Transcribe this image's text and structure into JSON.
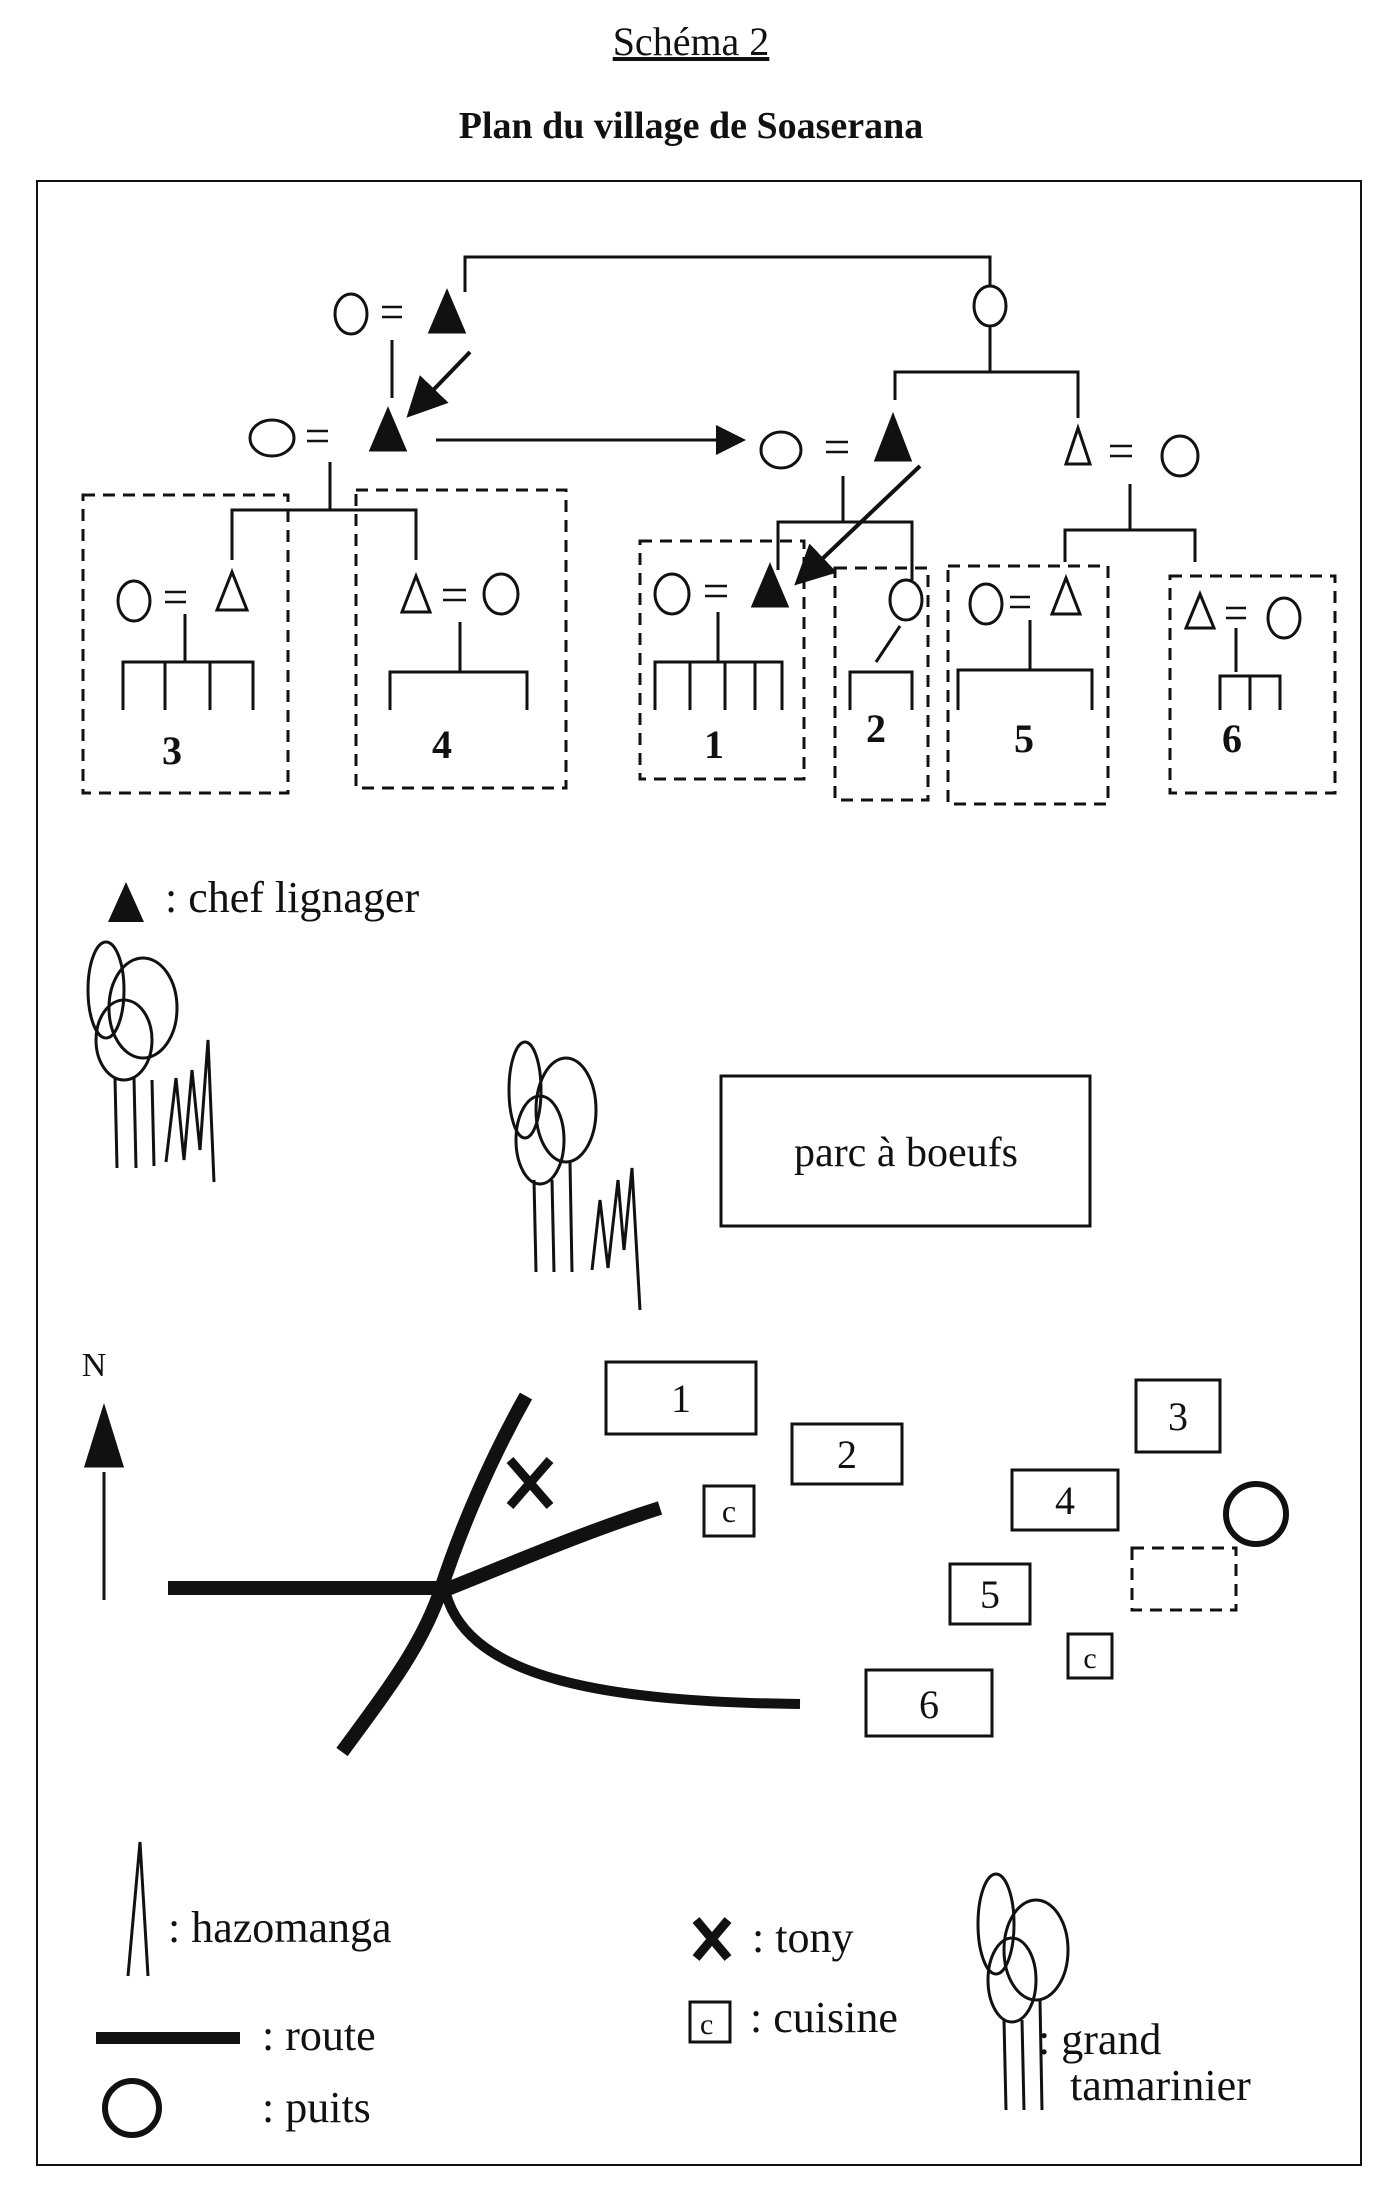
{
  "title": "Schéma 2",
  "subtitle": "Plan du village de Soaserana",
  "genealogy": {
    "household_numbers": [
      "3",
      "4",
      "1",
      "2",
      "5",
      "6"
    ]
  },
  "legend_top": {
    "chef": ": chef lignager"
  },
  "map": {
    "enclosure": "parc à boeufs",
    "north": "N",
    "houses": [
      "1",
      "2",
      "3",
      "4",
      "5",
      "6"
    ],
    "kitchen": "c"
  },
  "legend_bottom": {
    "hazomanga": ": hazomanga",
    "tony": ": tony",
    "cuisine_symbol": "c",
    "cuisine": ": cuisine",
    "route": ": route",
    "puits": ": puits",
    "tamarinier_1": ": grand",
    "tamarinier_2": "tamarinier"
  }
}
